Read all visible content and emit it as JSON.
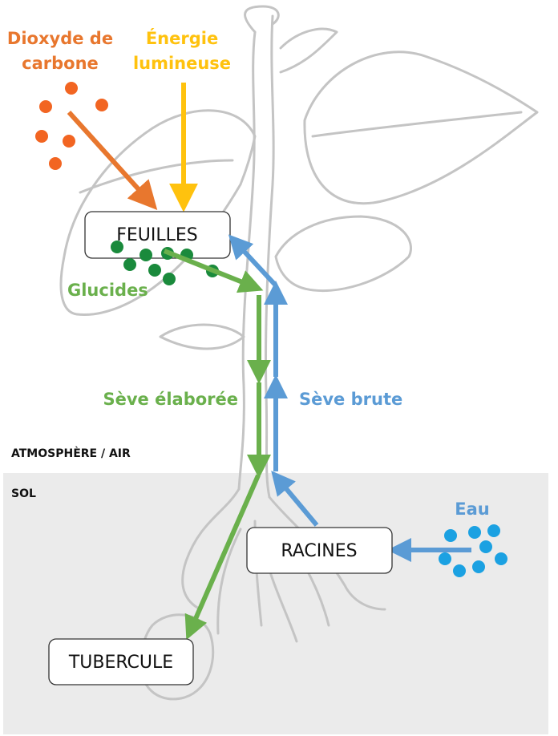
{
  "labels": {
    "co2_line1": "Dioxyde de",
    "co2_line2": "carbone",
    "light_line1": "Énergie",
    "light_line2": "lumineuse",
    "glucides": "Glucides",
    "seve_elaboree": "Sève élaborée",
    "seve_brute": "Sève brute",
    "eau": "Eau",
    "atmosphere": "ATMOSPHÈRE / AIR",
    "sol": "SOL"
  },
  "boxes": {
    "feuilles": "FEUILLES",
    "racines": "RACINES",
    "tubercule": "TUBERCULE"
  },
  "colors": {
    "co2": "#e8772e",
    "co2_dots": "#f26522",
    "light": "#ffc20e",
    "green_arrow": "#6ab04c",
    "green_dots": "#1a8a3c",
    "blue_arrow": "#5b9bd5",
    "blue_dots": "#1ba1e2",
    "soil": "#ebebeb",
    "plant_outline": "#c4c4c4"
  }
}
